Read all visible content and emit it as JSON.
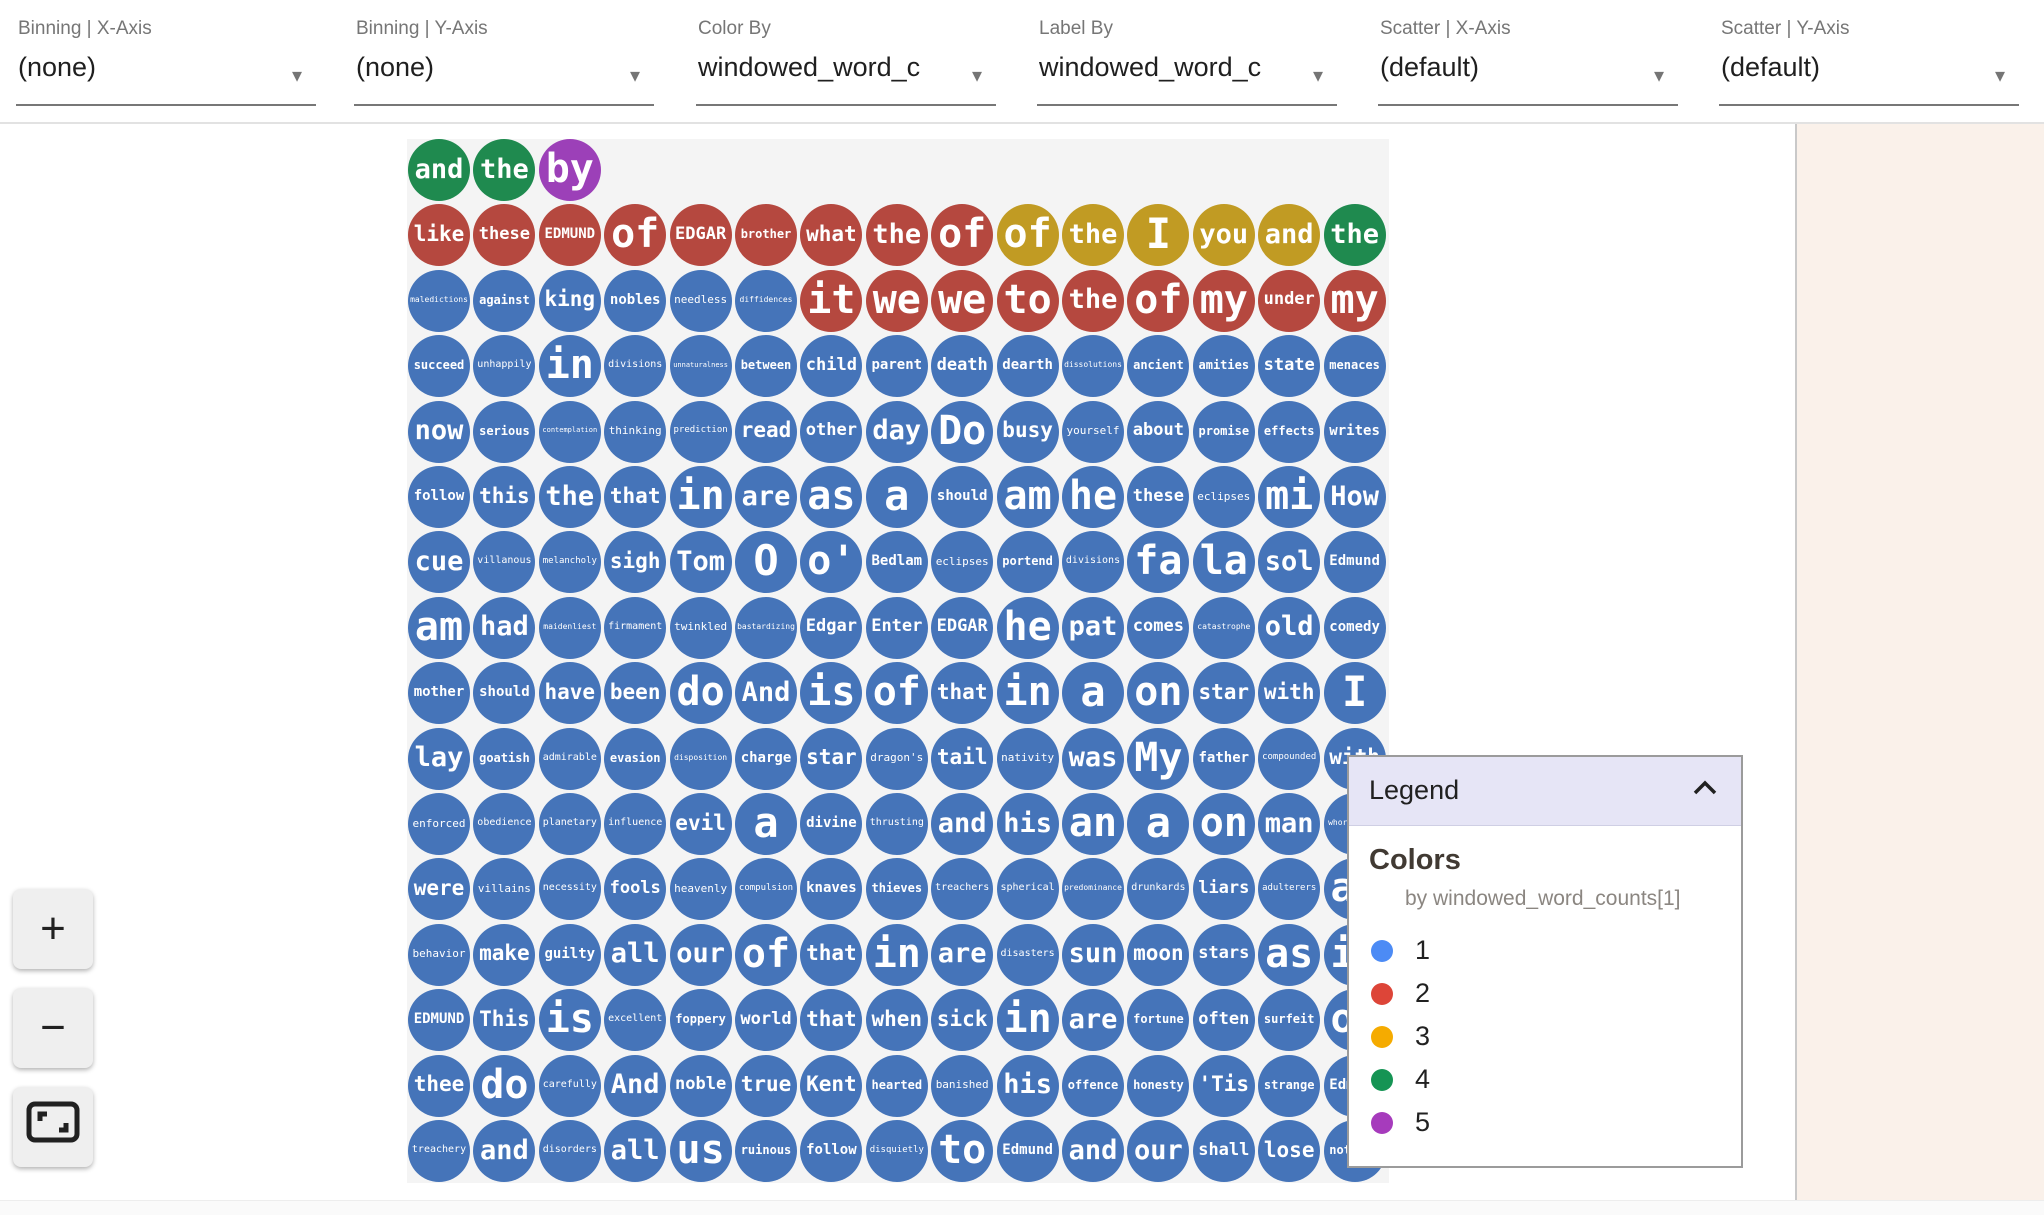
{
  "toolbar": {
    "dropdowns": [
      {
        "label": "Binning | X-Axis",
        "value": "(none)"
      },
      {
        "label": "Binning | Y-Axis",
        "value": "(none)"
      },
      {
        "label": "Color By",
        "value": "windowed_word_c"
      },
      {
        "label": "Label By",
        "value": "windowed_word_c"
      },
      {
        "label": "Scatter | X-Axis",
        "value": "(default)"
      },
      {
        "label": "Scatter | Y-Axis",
        "value": "(default)"
      }
    ]
  },
  "icons": {
    "dropdown_arrow": "▾"
  },
  "zoom_controls": {
    "zoom_in_label": "+",
    "zoom_out_label": "−",
    "fit_icon": "fit-screen-icon"
  },
  "legend": {
    "title": "Legend",
    "section_title": "Colors",
    "subtitle": "by windowed_word_counts[1]",
    "items": [
      {
        "label": "1",
        "color": "#4c8bf5"
      },
      {
        "label": "2",
        "color": "#dd4538"
      },
      {
        "label": "3",
        "color": "#f5ab00"
      },
      {
        "label": "4",
        "color": "#159454"
      },
      {
        "label": "5",
        "color": "#a63bbc"
      }
    ]
  },
  "grid": {
    "palette": {
      "b": "#4574b9",
      "r": "#b5483f",
      "g": "#1f8a4f",
      "y": "#c19b23",
      "p": "#9c40b8"
    },
    "rows": [
      {
        "colors": "ggp",
        "words": [
          "and",
          "the",
          "by"
        ]
      },
      {
        "colors": "rrrrrrrrryyyyyg",
        "words": [
          "like",
          "these",
          "EDMUND",
          "of",
          "EDGAR",
          "brother",
          "what",
          "the",
          "of",
          "of",
          "the",
          "I",
          "you",
          "and",
          "the"
        ]
      },
      {
        "colors": "bbbbbbrrrrrrrrr",
        "words": [
          "maledictions",
          "against",
          "king",
          "nobles",
          "needless",
          "diffidences",
          "it",
          "we",
          "we",
          "to",
          "the",
          "of",
          "my",
          "under",
          "my"
        ]
      },
      {
        "colors": "bbbbbbbbbbbbbbb",
        "words": [
          "succeed",
          "unhappily",
          "in",
          "divisions",
          "unnaturalness",
          "between",
          "child",
          "parent",
          "death",
          "dearth",
          "dissolutions",
          "ancient",
          "amities",
          "state",
          "menaces"
        ]
      },
      {
        "colors": "bbbbbbbbbbbbbbb",
        "words": [
          "now",
          "serious",
          "contemplation",
          "thinking",
          "prediction",
          "read",
          "other",
          "day",
          "Do",
          "busy",
          "yourself",
          "about",
          "promise",
          "effects",
          "writes"
        ]
      },
      {
        "colors": "bbbbbbbbbbbbbbb",
        "words": [
          "follow",
          "this",
          "the",
          "that",
          "in",
          "are",
          "as",
          "a",
          "should",
          "am",
          "he",
          "these",
          "eclipses",
          "mi",
          "How"
        ]
      },
      {
        "colors": "bbbbbbbbbbbbbbb",
        "words": [
          "cue",
          "villanous",
          "melancholy",
          "sigh",
          "Tom",
          "O",
          "o'",
          "Bedlam",
          "eclipses",
          "portend",
          "divisions",
          "fa",
          "la",
          "sol",
          "Edmund"
        ]
      },
      {
        "colors": "bbbbbbbbbbbbbbb",
        "words": [
          "am",
          "had",
          "maidenliest",
          "firmament",
          "twinkled",
          "bastardizing",
          "Edgar",
          "Enter",
          "EDGAR",
          "he",
          "pat",
          "comes",
          "catastrophe",
          "old",
          "comedy"
        ]
      },
      {
        "colors": "bbbbbbbbbbbbbbb",
        "words": [
          "mother",
          "should",
          "have",
          "been",
          "do",
          "And",
          "is",
          "of",
          "that",
          "in",
          "a",
          "on",
          "star",
          "with",
          "I"
        ]
      },
      {
        "colors": "bbbbbbbbbbbbbbb",
        "words": [
          "lay",
          "goatish",
          "admirable",
          "evasion",
          "disposition",
          "charge",
          "star",
          "dragon's",
          "tail",
          "nativity",
          "was",
          "My",
          "father",
          "compounded",
          "with"
        ]
      },
      {
        "colors": "bbbbbbbbbbbbbbb",
        "words": [
          "enforced",
          "obedience",
          "planetary",
          "influence",
          "evil",
          "a",
          "divine",
          "thrusting",
          "and",
          "his",
          "an",
          "a",
          "on",
          "man",
          "whoremaster"
        ]
      },
      {
        "colors": "bbbbbbbbbbbbbbb",
        "words": [
          "were",
          "villains",
          "necessity",
          "fools",
          "heavenly",
          "compulsion",
          "knaves",
          "thieves",
          "treachers",
          "spherical",
          "predominance",
          "drunkards",
          "liars",
          "adulterers",
          "an"
        ]
      },
      {
        "colors": "bbbbbbbbbbbbbbb",
        "words": [
          "behavior",
          "make",
          "guilty",
          "all",
          "our",
          "of",
          "that",
          "in",
          "are",
          "disasters",
          "sun",
          "moon",
          "stars",
          "as",
          "if"
        ]
      },
      {
        "colors": "bbbbbbbbbbbbbbb",
        "words": [
          "EDMUND",
          "This",
          "is",
          "excellent",
          "foppery",
          "world",
          "that",
          "when",
          "sick",
          "in",
          "are",
          "fortune",
          "often",
          "surfeit",
          "of"
        ]
      },
      {
        "colors": "bbbbbbbbbbbbbbb",
        "words": [
          "thee",
          "do",
          "carefully",
          "And",
          "noble",
          "true",
          "Kent",
          "hearted",
          "banished",
          "his",
          "offence",
          "honesty",
          "'Tis",
          "strange",
          "Edmund"
        ]
      },
      {
        "colors": "bbbbbbbbbbbbbbb",
        "words": [
          "treachery",
          "and",
          "disorders",
          "all",
          "us",
          "ruinous",
          "follow",
          "disquietly",
          "to",
          "Edmund",
          "and",
          "our",
          "shall",
          "lose",
          "nothing"
        ]
      }
    ]
  }
}
